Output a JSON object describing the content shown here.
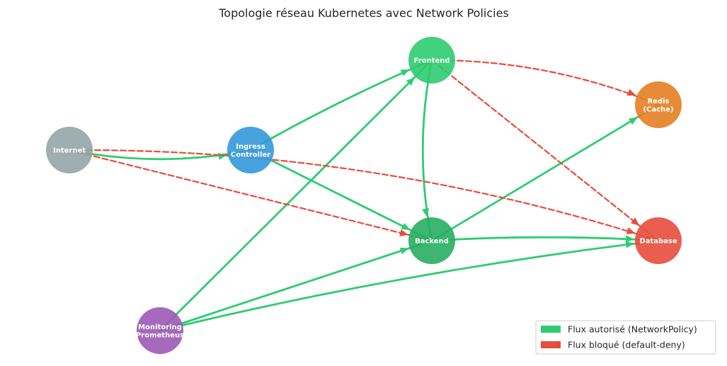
{
  "title": "Topologie réseau Kubernetes avec Network Policies",
  "colors": {
    "allowed": "#2ecc71",
    "blocked": "#e74c3c"
  },
  "nodes": [
    {
      "id": "frontend",
      "lines": [
        "Frontend"
      ],
      "color": "#2ecc71"
    },
    {
      "id": "redis",
      "lines": [
        "Redis",
        "(Cache)"
      ],
      "color": "#e67e22"
    },
    {
      "id": "internet",
      "lines": [
        "Internet"
      ],
      "color": "#95a5a6"
    },
    {
      "id": "ingress",
      "lines": [
        "Ingress",
        "Controller"
      ],
      "color": "#3498db"
    },
    {
      "id": "backend",
      "lines": [
        "Backend"
      ],
      "color": "#27ae60"
    },
    {
      "id": "database",
      "lines": [
        "Database"
      ],
      "color": "#e74c3c"
    },
    {
      "id": "monitoring",
      "lines": [
        "Monitoring",
        "Prometheus"
      ],
      "color": "#9b59b6"
    }
  ],
  "edges": [
    {
      "from": "internet",
      "to": "ingress",
      "status": "allowed"
    },
    {
      "from": "ingress",
      "to": "frontend",
      "status": "allowed"
    },
    {
      "from": "ingress",
      "to": "backend",
      "status": "allowed"
    },
    {
      "from": "frontend",
      "to": "backend",
      "status": "allowed"
    },
    {
      "from": "backend",
      "to": "database",
      "status": "allowed"
    },
    {
      "from": "backend",
      "to": "redis",
      "status": "allowed"
    },
    {
      "from": "monitoring",
      "to": "frontend",
      "status": "allowed"
    },
    {
      "from": "monitoring",
      "to": "backend",
      "status": "allowed"
    },
    {
      "from": "monitoring",
      "to": "database",
      "status": "allowed"
    },
    {
      "from": "frontend",
      "to": "database",
      "status": "blocked"
    },
    {
      "from": "frontend",
      "to": "redis",
      "status": "blocked"
    },
    {
      "from": "internet",
      "to": "backend",
      "status": "blocked"
    },
    {
      "from": "internet",
      "to": "database",
      "status": "blocked"
    }
  ],
  "legend": {
    "position": "bottom-right",
    "allowed_label": "Flux autorisé (NetworkPolicy)",
    "blocked_label": "Flux bloqué (default-deny)"
  }
}
